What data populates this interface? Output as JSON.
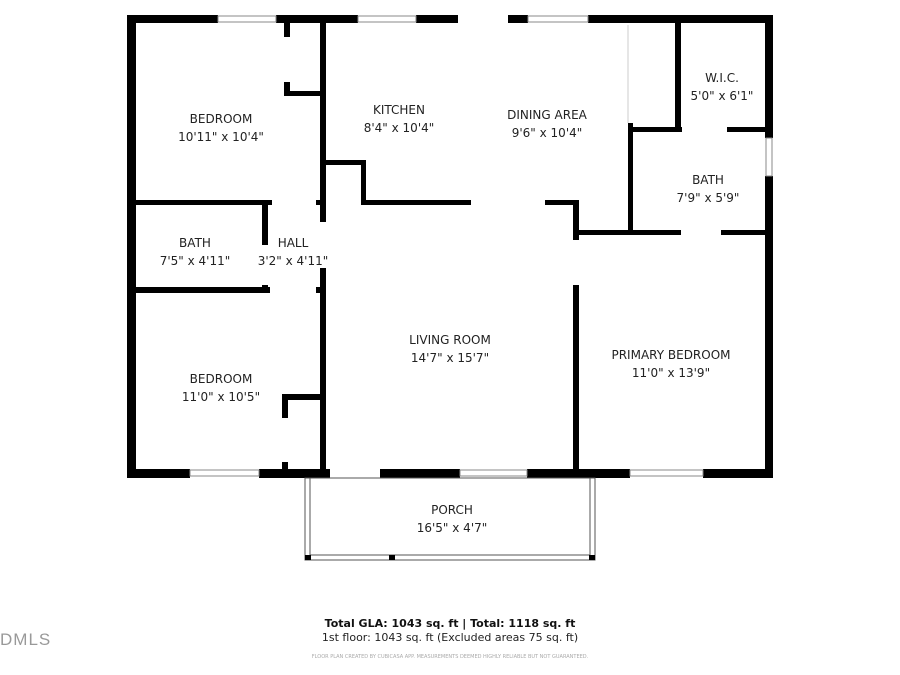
{
  "rooms": {
    "bedroom1": {
      "name": "BEDROOM",
      "dims": "10'11\" x 10'4\""
    },
    "kitchen": {
      "name": "KITCHEN",
      "dims": "8'4\" x 10'4\""
    },
    "dining": {
      "name": "DINING AREA",
      "dims": "9'6\" x 10'4\""
    },
    "wic": {
      "name": "W.I.C.",
      "dims": "5'0\" x 6'1\""
    },
    "bath_primary": {
      "name": "BATH",
      "dims": "7'9\" x 5'9\""
    },
    "bath": {
      "name": "BATH",
      "dims": "7'5\" x 4'11\""
    },
    "hall": {
      "name": "HALL",
      "dims": "3'2\" x 4'11\""
    },
    "living": {
      "name": "LIVING ROOM",
      "dims": "14'7\" x 15'7\""
    },
    "primary": {
      "name": "PRIMARY BEDROOM",
      "dims": "11'0\" x 13'9\""
    },
    "bedroom2": {
      "name": "BEDROOM",
      "dims": "11'0\" x 10'5\""
    },
    "porch": {
      "name": "PORCH",
      "dims": "16'5\" x 4'7\""
    }
  },
  "footer": {
    "totals": "Total GLA: 1043 sq. ft | Total: 1118 sq. ft",
    "floor": "1st floor: 1043 sq. ft (Excluded areas 75 sq. ft)",
    "disclaimer": "FLOOR PLAN CREATED BY CUBICASA APP. MEASUREMENTS DEEMED HIGHLY RELIABLE BUT NOT GUARANTEED."
  },
  "watermark": "DMLS",
  "colors": {
    "wall": "#000000",
    "window": "#888888"
  }
}
